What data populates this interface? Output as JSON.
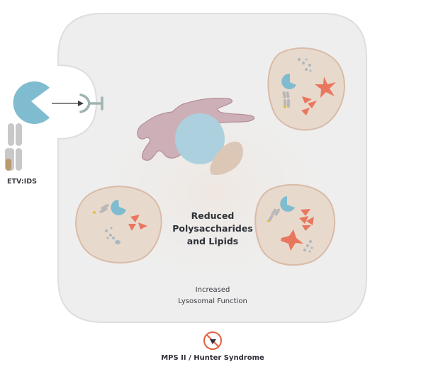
{
  "labels": {
    "center_title_lines": [
      "Reduced",
      "Polysaccharides",
      "and Lipids"
    ],
    "center_sub_lines": [
      "Increased",
      "Lysosomal Function"
    ],
    "molecule": "ETV:IDS",
    "disease": "MPS II / Hunter Syndrome"
  },
  "colors": {
    "cell_fill": "#eeeeee",
    "cell_stroke": "#dedede",
    "lysosome_fill": "#e8d9cd",
    "lysosome_stroke": "#d9bba7",
    "enzyme_blue": "#7fbccf",
    "substrate_red": "#e9775e",
    "golgi_fill": "#cdb0b7",
    "nucleus_blue": "#acd0de",
    "antibody_gray": "#c8c8c8",
    "no_symbol": "#e0623f"
  },
  "icons": [
    "enzyme-pacman-icon",
    "receptor-icon",
    "antibody-icon",
    "no-symbol-icon",
    "arrow-icon"
  ]
}
